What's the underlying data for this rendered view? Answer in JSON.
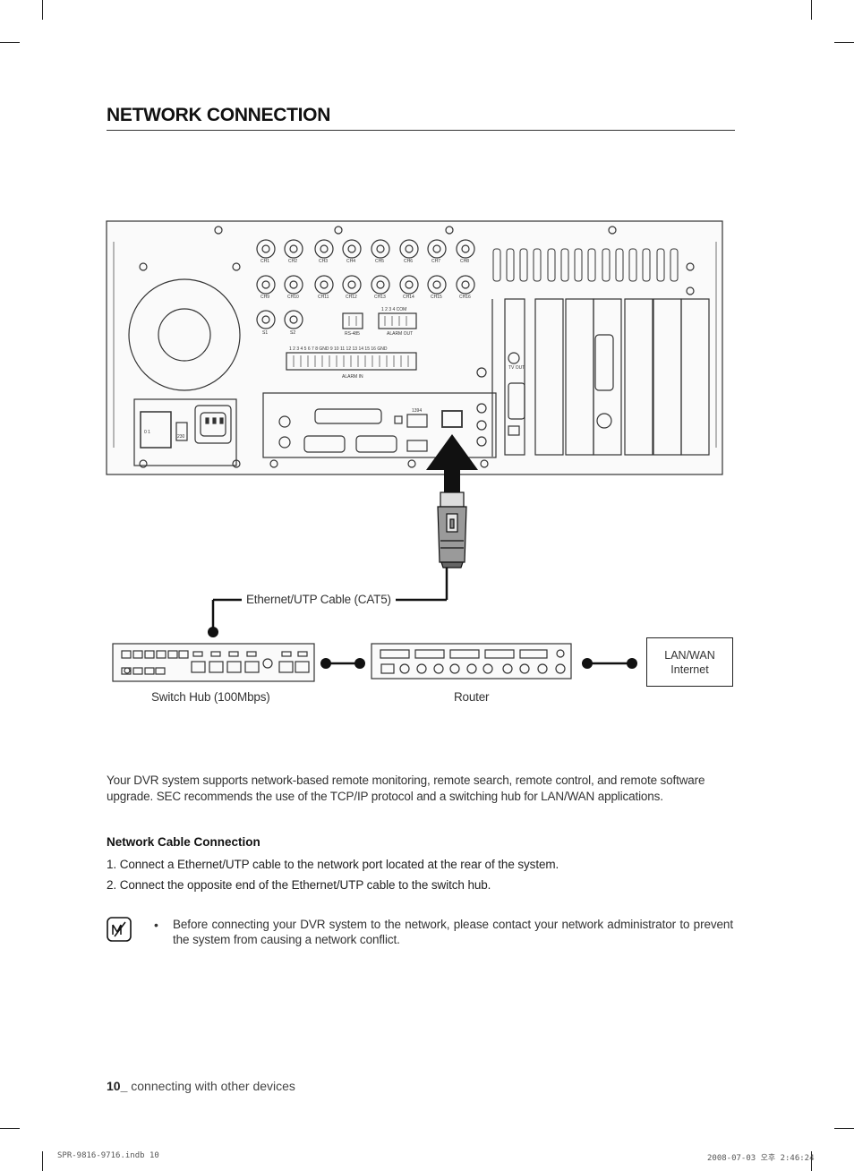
{
  "page": {
    "title": "NETWORK CONNECTION",
    "footer_page_num": "10_",
    "footer_text": " connecting with other devices",
    "slug_left": "SPR-9816-9716.indb   10",
    "slug_right": "2008-07-03   오후 2:46:24"
  },
  "diagram": {
    "cable_label": "Ethernet/UTP Cable (CAT5)",
    "switch_label": "Switch Hub (100Mbps)",
    "router_label": "Router",
    "lan_line1": "LAN/WAN",
    "lan_line2": "Internet",
    "dvr_labels": {
      "power_switch": "0    1",
      "voltage": "230",
      "video_in_row1": [
        "CH1",
        "CH2",
        "CH3",
        "CH4",
        "CH5",
        "CH6",
        "CH7",
        "CH8"
      ],
      "video_in_row2": [
        "CH9",
        "CH10",
        "CH11",
        "CH12",
        "CH13",
        "CH14",
        "CH15",
        "CH16"
      ],
      "spot": [
        "S1",
        "S2"
      ],
      "rs485": "RS-485",
      "alarm_out": "ALARM OUT",
      "alarm_in": "ALARM IN",
      "alarm_out_pins": "1  2  3  4  COM",
      "alarm_in_pins": "1   2   3   4   5   6   7   8  GND 9  10  11  12  13  14  15  16  GND",
      "port_1394": "1394",
      "tv_out": "TV OUT"
    }
  },
  "intro": "Your DVR system supports network-based remote monitoring, remote search, remote control, and remote software upgrade. SEC recommends the use of the TCP/IP protocol and a switching hub for LAN/WAN applications.",
  "section": {
    "heading": "Network Cable Connection",
    "steps": [
      "1. Connect a Ethernet/UTP cable to the network port located at the rear of the system.",
      "2. Connect the opposite end of the Ethernet/UTP cable to the switch hub."
    ]
  },
  "note": {
    "bullet": "•",
    "text": "Before connecting your DVR system to the network, please contact your network administrator to prevent the system from causing a network conflict."
  }
}
